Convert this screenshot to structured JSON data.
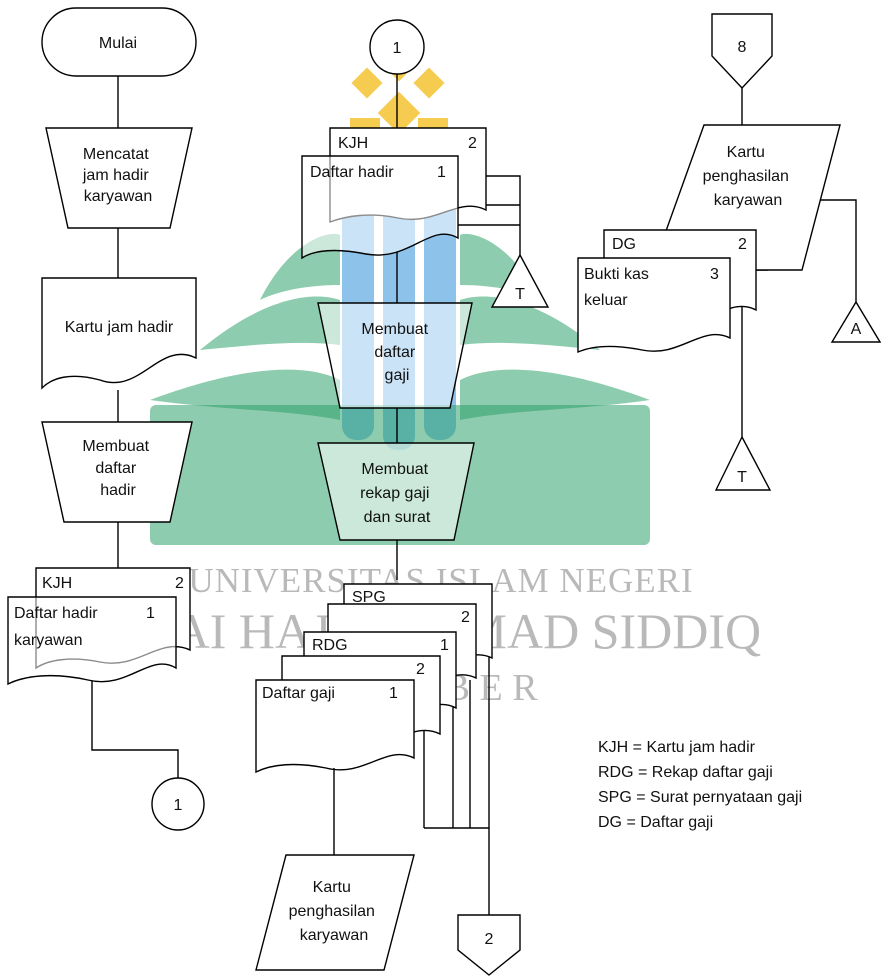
{
  "watermark": {
    "line1": "UNIVERSITAS ISLAM NEGERI",
    "line2": "KIAI HAJI ACHMAD SIDDIQ",
    "line3": "J E M B E R"
  },
  "col1": {
    "start": "Mulai",
    "op1": [
      "Mencatat",
      "jam hadir",
      "karyawan"
    ],
    "doc_card": "Kartu jam hadir",
    "op2": [
      "Membuat",
      "daftar",
      "hadir"
    ],
    "kjh_label": "KJH",
    "kjh_num": "2",
    "dh_line1": "Daftar hadir",
    "dh_num": "1",
    "dh_line2": "karyawan",
    "connector": "1"
  },
  "col2": {
    "connector_top": "1",
    "kjh_label": "KJH",
    "kjh_num": "2",
    "dh_label": "Daftar hadir",
    "dh_num": "1",
    "file_t": "T",
    "op1": [
      "Membuat",
      "daftar",
      "gaji"
    ],
    "op2": [
      "Membuat",
      "rekap gaji",
      "dan surat"
    ],
    "spg_label": "SPG",
    "spg2_num": "2",
    "rdg_label": "RDG",
    "rdg_num": "1",
    "dg2_num": "2",
    "dg_label": "Daftar gaji",
    "dg_num": "1",
    "card": [
      "Kartu",
      "penghasilan",
      "karyawan"
    ],
    "page_conn": "2"
  },
  "col3": {
    "page_conn": "8",
    "card": [
      "Kartu",
      "penghasilan",
      "karyawan"
    ],
    "dg_label": "DG",
    "dg_num": "2",
    "bkk_line1": "Bukti kas",
    "bkk_num": "3",
    "bkk_line2": "keluar",
    "file_a": "A",
    "file_t": "T"
  },
  "legend": [
    "KJH = Kartu jam hadir",
    "RDG = Rekap daftar gaji",
    "SPG = Surat pernyataan gaji",
    "DG = Daftar gaji"
  ],
  "colors": {
    "watermark_green": "#2fa36b",
    "watermark_blue": "#2f8fd8",
    "watermark_gold": "#f2b705"
  }
}
